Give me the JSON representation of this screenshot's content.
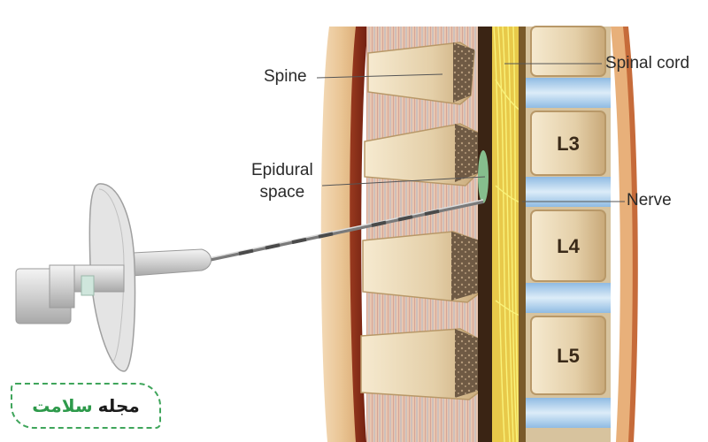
{
  "labels": {
    "spine": "Spine",
    "epidural_line1": "Epidural",
    "epidural_line2": "space",
    "spinal_cord": "Spinal cord",
    "nerve": "Nerve"
  },
  "vertebrae": [
    "L3",
    "L4",
    "L5"
  ],
  "brand": {
    "word1": "مجله",
    "word2": "سلامت"
  },
  "colors": {
    "bone": "#e8d8b8",
    "disc": "#b8d6ee",
    "nerve": "#f4e54a",
    "brand_green": "#2e9a4b"
  }
}
